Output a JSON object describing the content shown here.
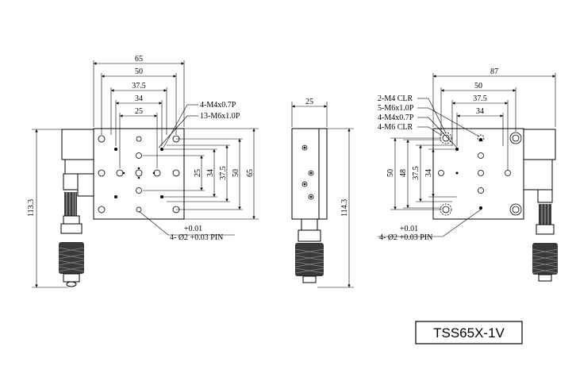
{
  "model_label": "TSS65X-1V",
  "front_view": {
    "top_dims": [
      "65",
      "50",
      "37.5",
      "34",
      "25"
    ],
    "right_dims": [
      "25",
      "34",
      "37.5",
      "50",
      "65"
    ],
    "height_dim": "113.3",
    "callouts": [
      "4-M4x0.7P",
      "13-M6x1.0P"
    ],
    "pin_tol": "+0.01",
    "pin_label": "4- Ø2 +0.03 PIN"
  },
  "side_view": {
    "width_dim": "25",
    "height_dim": "114.3"
  },
  "rear_view": {
    "top_dims": [
      "87",
      "50",
      "37.5",
      "34"
    ],
    "left_dims": [
      "50",
      "48",
      "37.5",
      "34"
    ],
    "callouts": [
      "2-M4 CLR",
      "5-M6x1.0P",
      "4-M4x0.7P",
      "4-M6 CLR"
    ],
    "pin_tol": "+0.01",
    "pin_label": "4- Ø2 +0.03 PIN"
  }
}
